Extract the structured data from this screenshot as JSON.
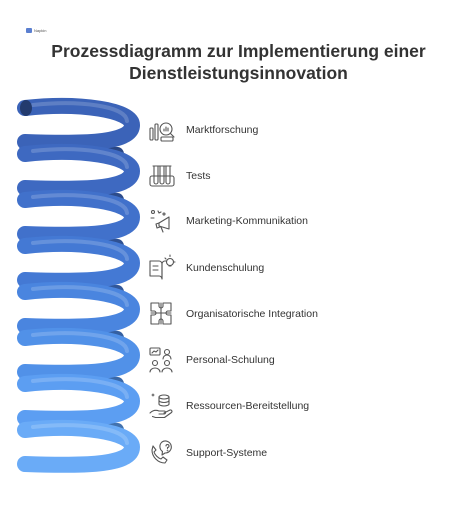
{
  "logo": {
    "text": "Napkin",
    "icon": "napkin-logo-icon"
  },
  "title_line1": "Prozessdiagramm zur Implementierung einer",
  "title_line2": "Dienstleistungsinnovation",
  "spiral_colors": [
    "#3b63b8",
    "#3e69c1",
    "#4171cb",
    "#4479d4",
    "#4a85df",
    "#5191e8",
    "#5c9ef2",
    "#6aabf7",
    "#81bbf9"
  ],
  "steps": [
    {
      "label": "Marktforschung",
      "icon": "market-research-icon"
    },
    {
      "label": "Tests",
      "icon": "test-tubes-icon"
    },
    {
      "label": "Marketing-Kommunikation",
      "icon": "megaphone-icon"
    },
    {
      "label": "Kundenschulung",
      "icon": "book-lightbulb-icon"
    },
    {
      "label": "Organisatorische Integration",
      "icon": "puzzle-icon"
    },
    {
      "label": "Personal-Schulung",
      "icon": "team-training-icon"
    },
    {
      "label": "Ressourcen-Bereitstellung",
      "icon": "hand-database-icon"
    },
    {
      "label": "Support-Systeme",
      "icon": "phone-support-icon"
    }
  ]
}
